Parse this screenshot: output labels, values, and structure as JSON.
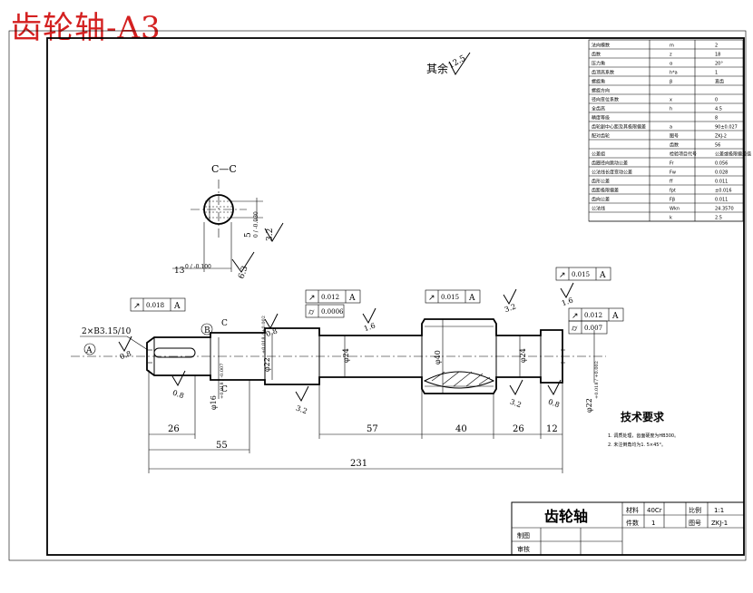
{
  "sheet_title": "齿轮轴-A3",
  "roughness_other": {
    "label": "其余",
    "value": "12.5"
  },
  "params_table": {
    "rows": [
      [
        "法向模数",
        "m",
        "2"
      ],
      [
        "齿数",
        "z",
        "18"
      ],
      [
        "压力角",
        "α",
        "20°"
      ],
      [
        "齿顶高系数",
        "h*a",
        "1"
      ],
      [
        "螺旋角",
        "β",
        "直齿"
      ],
      [
        "螺旋方向",
        "",
        ""
      ],
      [
        "径向变位系数",
        "x",
        "0"
      ],
      [
        "全齿高",
        "h",
        "4.5"
      ],
      [
        "精度等级",
        "",
        "8"
      ],
      [
        "齿轮副中心距及其极限偏差",
        "a",
        "90±0.027"
      ],
      [
        "配对齿轮",
        "图号",
        "ZKJ-2"
      ],
      [
        "",
        "齿数",
        "56"
      ],
      [
        "公差组",
        "检验项目代号",
        "公差或极限偏差值"
      ],
      [
        "齿圈径向跳动公差",
        "Fr",
        "0.056"
      ],
      [
        "公法线长度变动公差",
        "Fw",
        "0.028"
      ],
      [
        "齿形公差",
        "ff",
        "0.011"
      ],
      [
        "齿距极限偏差",
        "fpt",
        "±0.016"
      ],
      [
        "齿向公差",
        "Fβ",
        "0.011"
      ],
      [
        "公法线",
        "Wkn",
        "24.3570"
      ],
      [
        "",
        "k",
        "2.5"
      ]
    ]
  },
  "section": {
    "label": "C—C",
    "dim_width": "5",
    "dim_width_tol": "0 / -0.030",
    "dim_depth": "13",
    "dim_depth_tol": "0 / -0.100",
    "roughness_a": "3.2",
    "roughness_b": "6.3"
  },
  "dims": {
    "thread": "2×B3.15/10",
    "datum_a": "A",
    "datum_b": "B",
    "c_mark": "C",
    "d_left": "φ16",
    "d_left_tol": "+0.018 / -0.007",
    "d_journal": "φ22",
    "d_journal_tol": "+0.018 / +0.002",
    "d_body": "φ24",
    "d_gear": "φ40",
    "d_body2": "φ24",
    "d_right": "φ22",
    "d_right_tol": "+0.018 / +0.002",
    "len_26a": "26",
    "len_55": "55",
    "len_57": "57",
    "len_40": "40",
    "len_26b": "26",
    "len_12": "12",
    "len_231": "231"
  },
  "roughness_marks": [
    "0.8",
    "0.8",
    "0.8",
    "1.6",
    "3.2",
    "3.2",
    "0.8",
    "1.6",
    "3.2"
  ],
  "tolerance_frames": [
    {
      "symbol": "↗",
      "value": "0.018",
      "datum": "A"
    },
    {
      "symbol": "↗",
      "value": "0.012",
      "datum": "A"
    },
    {
      "symbol": "⌭",
      "value": "0.0006",
      "datum": ""
    },
    {
      "symbol": "↗",
      "value": "0.015",
      "datum": "A"
    },
    {
      "symbol": "↗",
      "value": "0.015",
      "datum": "A"
    },
    {
      "symbol": "↗",
      "value": "0.012",
      "datum": "A"
    },
    {
      "symbol": "⌭",
      "value": "0.007",
      "datum": ""
    }
  ],
  "tech_req": {
    "title": "技术要求",
    "items": [
      "1. 调质处理，齿面硬度为HB300。",
      "2. 未注倒角均为1. 5×45°。"
    ]
  },
  "title_block": {
    "part_name": "齿轮轴",
    "material_label": "材料",
    "material": "40Cr",
    "scale_label": "比例",
    "scale": "1:1",
    "count_label": "件数",
    "count": "1",
    "drawing_no_label": "图号",
    "drawing_no": "ZKJ-1",
    "drawn_label": "制图",
    "check_label": "审核"
  }
}
